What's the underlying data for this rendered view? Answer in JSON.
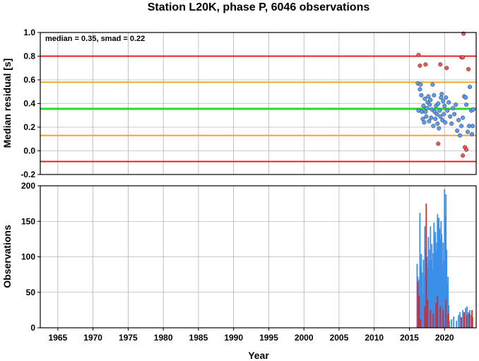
{
  "chart_data": [
    {
      "type": "scatter",
      "title": "Station L20K, phase P, 6046 observations",
      "xlabel": "",
      "ylabel": "Median residual [s]",
      "xlim": [
        1962.5,
        2024.5
      ],
      "ylim": [
        -0.2,
        1.0
      ],
      "xticks": [
        1965,
        1970,
        1975,
        1980,
        1985,
        1990,
        1995,
        2000,
        2005,
        2010,
        2015,
        2020
      ],
      "yticks": [
        -0.2,
        0.0,
        0.2,
        0.4,
        0.6,
        0.8,
        1.0
      ],
      "grid": true,
      "annotation": "median = 0.35, smad = 0.22",
      "reference_lines": [
        {
          "value": 0.8,
          "color": "#e8211c"
        },
        {
          "value": 0.58,
          "color": "#f5a623"
        },
        {
          "value": 0.355,
          "color": "#22dd22"
        },
        {
          "value": 0.13,
          "color": "#f5a623"
        },
        {
          "value": -0.09,
          "color": "#e8211c"
        }
      ],
      "series": [
        {
          "color": "#5b9bf2",
          "points": [
            [
              2016.2,
              0.57
            ],
            [
              2016.3,
              0.34
            ],
            [
              2016.5,
              0.52
            ],
            [
              2016.6,
              0.56
            ],
            [
              2016.7,
              0.47
            ],
            [
              2016.8,
              0.33
            ],
            [
              2016.9,
              0.27
            ],
            [
              2017.0,
              0.38
            ],
            [
              2017.1,
              0.24
            ],
            [
              2017.2,
              0.44
            ],
            [
              2017.3,
              0.33
            ],
            [
              2017.4,
              0.29
            ],
            [
              2017.5,
              0.36
            ],
            [
              2017.6,
              0.41
            ],
            [
              2017.7,
              0.46
            ],
            [
              2017.8,
              0.25
            ],
            [
              2017.9,
              0.39
            ],
            [
              2018.0,
              0.43
            ],
            [
              2018.1,
              0.28
            ],
            [
              2018.2,
              0.35
            ],
            [
              2018.3,
              0.56
            ],
            [
              2018.4,
              0.21
            ],
            [
              2018.5,
              0.47
            ],
            [
              2018.6,
              0.33
            ],
            [
              2018.7,
              0.27
            ],
            [
              2018.8,
              0.38
            ],
            [
              2018.9,
              0.31
            ],
            [
              2019.0,
              0.23
            ],
            [
              2019.1,
              0.4
            ],
            [
              2019.2,
              0.19
            ],
            [
              2019.3,
              0.34
            ],
            [
              2019.4,
              0.29
            ],
            [
              2019.5,
              0.45
            ],
            [
              2019.6,
              0.48
            ],
            [
              2019.7,
              0.26
            ],
            [
              2019.8,
              0.42
            ],
            [
              2019.9,
              0.31
            ],
            [
              2020.0,
              0.38
            ],
            [
              2020.1,
              0.24
            ],
            [
              2020.2,
              0.45
            ],
            [
              2020.4,
              0.34
            ],
            [
              2020.6,
              0.41
            ],
            [
              2020.8,
              0.29
            ],
            [
              2021.0,
              0.23
            ],
            [
              2021.2,
              0.36
            ],
            [
              2021.4,
              0.31
            ],
            [
              2021.6,
              0.39
            ],
            [
              2021.8,
              0.17
            ],
            [
              2022.0,
              0.26
            ],
            [
              2022.2,
              0.13
            ],
            [
              2022.4,
              0.21
            ],
            [
              2022.6,
              0.28
            ],
            [
              2022.8,
              0.46
            ],
            [
              2023.0,
              0.45
            ],
            [
              2023.1,
              0.39
            ],
            [
              2023.3,
              0.16
            ],
            [
              2023.5,
              0.21
            ],
            [
              2023.6,
              0.54
            ],
            [
              2023.8,
              0.34
            ],
            [
              2023.9,
              0.14
            ],
            [
              2024.0,
              0.21
            ],
            [
              2024.1,
              0.35
            ]
          ]
        },
        {
          "color": "#f0584f",
          "points": [
            [
              2016.3,
              0.81
            ],
            [
              2016.5,
              0.72
            ],
            [
              2017.3,
              0.73
            ],
            [
              2019.1,
              0.06
            ],
            [
              2019.4,
              0.73
            ],
            [
              2020.3,
              0.7
            ],
            [
              2022.4,
              0.79
            ],
            [
              2022.6,
              0.79
            ],
            [
              2022.7,
              0.99
            ],
            [
              2022.6,
              -0.04
            ],
            [
              2022.9,
              0.03
            ],
            [
              2023.1,
              0.01
            ],
            [
              2023.4,
              0.69
            ]
          ]
        }
      ]
    },
    {
      "type": "bar",
      "title": "",
      "xlabel": "Year",
      "ylabel": "Observations",
      "xlim": [
        1962.5,
        2024.5
      ],
      "ylim": [
        0,
        200
      ],
      "xticks": [
        1965,
        1970,
        1975,
        1980,
        1985,
        1990,
        1995,
        2000,
        2005,
        2010,
        2015,
        2020
      ],
      "yticks": [
        0,
        50,
        100,
        150,
        200
      ],
      "grid": true,
      "series": [
        {
          "color": "#3b8fe8",
          "points": [
            [
              2016.1,
              90
            ],
            [
              2016.2,
              72
            ],
            [
              2016.3,
              58
            ],
            [
              2016.4,
              68
            ],
            [
              2016.5,
              162
            ],
            [
              2016.6,
              85
            ],
            [
              2016.7,
              104
            ],
            [
              2016.8,
              78
            ],
            [
              2016.9,
              48
            ],
            [
              2017.0,
              96
            ],
            [
              2017.1,
              75
            ],
            [
              2017.2,
              143
            ],
            [
              2017.3,
              112
            ],
            [
              2017.4,
              88
            ],
            [
              2017.5,
              100
            ],
            [
              2017.6,
              85
            ],
            [
              2017.7,
              128
            ],
            [
              2017.8,
              95
            ],
            [
              2017.9,
              110
            ],
            [
              2018.0,
              143
            ],
            [
              2018.1,
              95
            ],
            [
              2018.2,
              118
            ],
            [
              2018.3,
              82
            ],
            [
              2018.4,
              105
            ],
            [
              2018.5,
              148
            ],
            [
              2018.6,
              128
            ],
            [
              2018.7,
              135
            ],
            [
              2018.8,
              108
            ],
            [
              2018.9,
              120
            ],
            [
              2019.0,
              160
            ],
            [
              2019.1,
              152
            ],
            [
              2019.2,
              155
            ],
            [
              2019.3,
              140
            ],
            [
              2019.4,
              125
            ],
            [
              2019.5,
              150
            ],
            [
              2019.6,
              132
            ],
            [
              2019.7,
              88
            ],
            [
              2019.8,
              120
            ],
            [
              2019.9,
              95
            ],
            [
              2020.0,
              195
            ],
            [
              2020.1,
              158
            ],
            [
              2020.2,
              188
            ],
            [
              2020.3,
              110
            ],
            [
              2020.4,
              62
            ],
            [
              2020.5,
              72
            ],
            [
              2020.6,
              32
            ],
            [
              2020.7,
              10
            ],
            [
              2021.0,
              12
            ],
            [
              2021.3,
              16
            ],
            [
              2021.7,
              10
            ],
            [
              2022.0,
              18
            ],
            [
              2022.2,
              22
            ],
            [
              2022.4,
              15
            ],
            [
              2022.6,
              25
            ],
            [
              2022.8,
              18
            ],
            [
              2023.0,
              28
            ],
            [
              2023.2,
              30
            ],
            [
              2023.4,
              22
            ],
            [
              2023.6,
              25
            ],
            [
              2023.8,
              18
            ],
            [
              2024.0,
              15
            ]
          ]
        },
        {
          "color": "#e8211c",
          "points": [
            [
              2016.2,
              65
            ],
            [
              2016.4,
              45
            ],
            [
              2016.6,
              12
            ],
            [
              2017.2,
              30
            ],
            [
              2017.4,
              175
            ],
            [
              2017.6,
              40
            ],
            [
              2018.0,
              25
            ],
            [
              2018.4,
              20
            ],
            [
              2018.8,
              35
            ],
            [
              2019.0,
              45
            ],
            [
              2019.4,
              30
            ],
            [
              2019.8,
              25
            ],
            [
              2020.2,
              40
            ],
            [
              2020.5,
              20
            ],
            [
              2022.4,
              15
            ],
            [
              2022.8,
              22
            ],
            [
              2023.2,
              18
            ],
            [
              2023.5,
              20
            ],
            [
              2023.9,
              25
            ]
          ]
        }
      ]
    }
  ]
}
